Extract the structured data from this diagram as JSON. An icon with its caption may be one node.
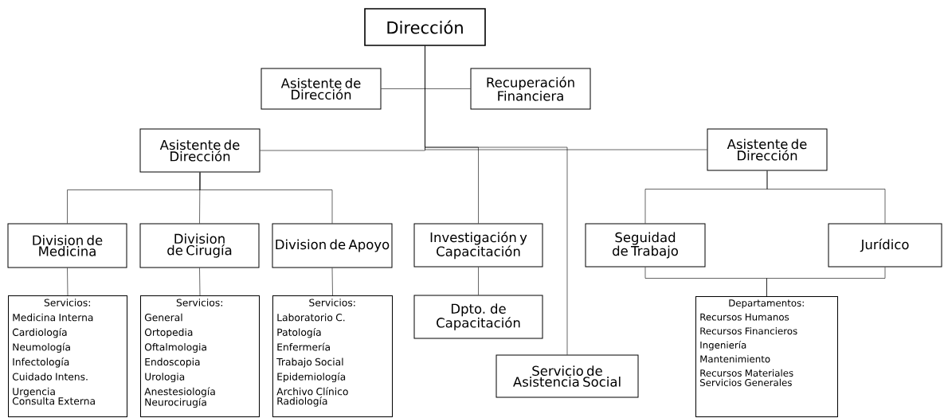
{
  "diagram": {
    "nodes": [
      {
        "text": [
          "Dirección"
        ]
      },
      {
        "text": [
          "Asistente de Dirección"
        ]
      },
      {
        "text": [
          "Recuperación Financiera"
        ]
      },
      {
        "text": [
          "Asistente de Dirección"
        ]
      },
      {
        "text": [
          "Asistente de Dirección"
        ]
      },
      {
        "text": [
          "Division de Medicina"
        ]
      },
      {
        "text": [
          "Division de Cirugía"
        ]
      },
      {
        "text": [
          "Division de Apoyo"
        ]
      },
      {
        "text": [
          "Investigación y Capacitación"
        ]
      },
      {
        "text": [
          "Seguidad de Trabajo"
        ]
      },
      {
        "text": [
          "Jurídico"
        ]
      },
      {
        "text": [
          "Servicios:",
          "Medicina Interna",
          "Cardiología",
          "Neumología",
          "Infectología",
          "Cuidado Intens.",
          "Urgencia",
          "Consulta Externa"
        ]
      },
      {
        "text": [
          "Servicios:",
          "General",
          "Ortopedia",
          "Oftalmologia",
          "Endoscopia",
          "Urologia",
          "Anestesiología",
          "Neurocirugía"
        ]
      },
      {
        "text": [
          "Servicios:",
          "Laboratorio C.",
          "Patología",
          "Enfermería",
          "Trabajo Social",
          "Epidemiología",
          "Archivo Clínico",
          "Radiología"
        ]
      },
      {
        "text": [
          "Dpto. de Capacitación"
        ]
      },
      {
        "text": [
          "Departamentos:",
          "Recursos Humanos",
          "Recursos Financieros",
          "Ingeniería",
          "Mantenimiento",
          "Recursos Materiales",
          "Servicios Generales"
        ]
      },
      {
        "text": [
          "Servicio de Asistencia Social"
        ]
      }
    ],
    "edges": [
      {
        "from": 0,
        "to": 1,
        "arrow": "none"
      },
      {
        "from": 0,
        "to": 2,
        "arrow": "none"
      },
      {
        "from": 0,
        "to": 3,
        "arrow": "none"
      },
      {
        "from": 0,
        "to": 8,
        "arrow": "none"
      },
      {
        "from": 0,
        "to": 16,
        "arrow": "none"
      },
      {
        "from": 0,
        "to": 4,
        "arrow": "none"
      },
      {
        "from": 3,
        "to": 5,
        "arrow": "none"
      },
      {
        "from": 3,
        "to": 6,
        "arrow": "none"
      },
      {
        "from": 3,
        "to": 7,
        "arrow": "none"
      },
      {
        "from": 5,
        "to": 11,
        "arrow": "none"
      },
      {
        "from": 6,
        "to": 12,
        "arrow": "none"
      },
      {
        "from": 7,
        "to": 13,
        "arrow": "none"
      },
      {
        "from": 8,
        "to": 14,
        "arrow": "none"
      },
      {
        "from": 4,
        "to": 9,
        "arrow": "none"
      },
      {
        "from": 4,
        "to": 10,
        "arrow": "none"
      },
      {
        "from": 9,
        "to": 15,
        "arrow": "none"
      },
      {
        "from": 10,
        "to": 15,
        "arrow": "none"
      }
    ]
  }
}
